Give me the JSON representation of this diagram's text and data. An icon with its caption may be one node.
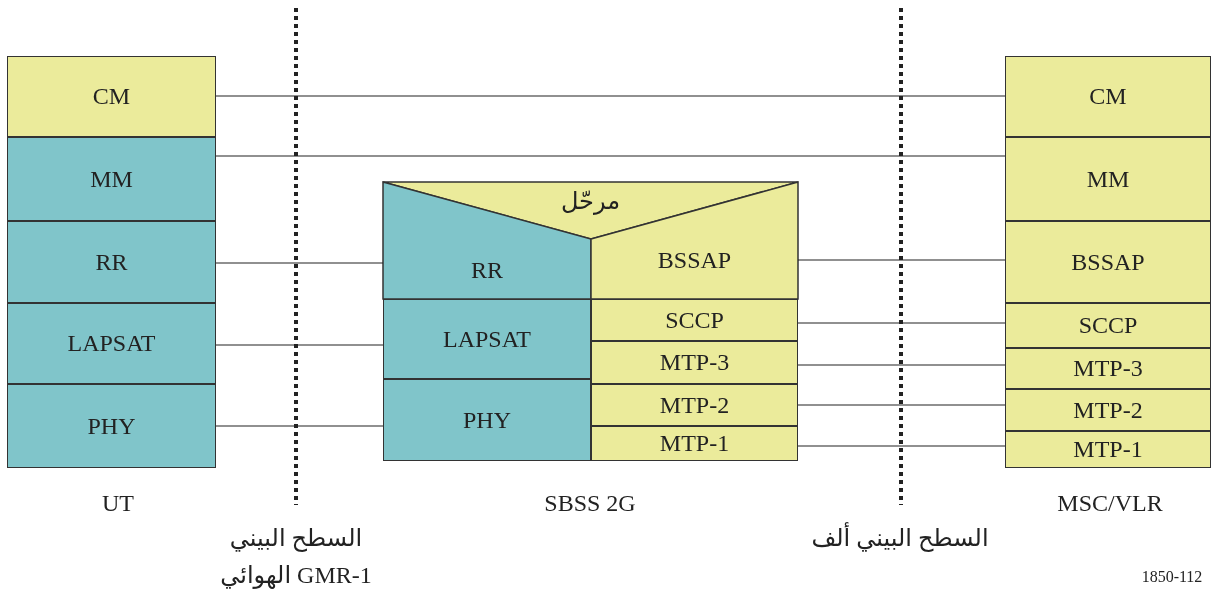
{
  "diagram": {
    "nodes": [
      {
        "text": [
          "CM"
        ]
      },
      {
        "text": [
          "MM"
        ]
      },
      {
        "text": [
          "RR"
        ]
      },
      {
        "text": [
          "LAPSAT"
        ]
      },
      {
        "text": [
          "PHY"
        ]
      },
      {
        "text": [
          "مرحّل"
        ]
      },
      {
        "text": [
          "RR"
        ]
      },
      {
        "text": [
          "LAPSAT"
        ]
      },
      {
        "text": [
          "PHY"
        ]
      },
      {
        "text": [
          "BSSAP"
        ]
      },
      {
        "text": [
          "SCCP"
        ]
      },
      {
        "text": [
          "MTP-3"
        ]
      },
      {
        "text": [
          "MTP-2"
        ]
      },
      {
        "text": [
          "MTP-1"
        ]
      },
      {
        "text": [
          "CM"
        ]
      },
      {
        "text": [
          "MM"
        ]
      },
      {
        "text": [
          "BSSAP"
        ]
      },
      {
        "text": [
          "SCCP"
        ]
      },
      {
        "text": [
          "MTP-3"
        ]
      },
      {
        "text": [
          "MTP-2"
        ]
      },
      {
        "text": [
          "MTP-1"
        ]
      }
    ],
    "edges": [
      {
        "from": 0,
        "to": 14,
        "arrow": "none"
      },
      {
        "from": 1,
        "to": 15,
        "arrow": "none"
      },
      {
        "from": 2,
        "to": 6,
        "arrow": "none"
      },
      {
        "from": 3,
        "to": 7,
        "arrow": "none"
      },
      {
        "from": 4,
        "to": 8,
        "arrow": "none"
      },
      {
        "from": 9,
        "to": 16,
        "arrow": "none"
      },
      {
        "from": 10,
        "to": 17,
        "arrow": "none"
      },
      {
        "from": 11,
        "to": 18,
        "arrow": "none"
      },
      {
        "from": 12,
        "to": 19,
        "arrow": "none"
      },
      {
        "from": 13,
        "to": 20,
        "arrow": "none"
      }
    ],
    "labels": [
      "UT",
      "السطح البيني",
      "الهوائي GMR-1",
      "SBSS 2G",
      "السطح البيني ألف",
      "MSC/VLR",
      "1850-112"
    ]
  }
}
